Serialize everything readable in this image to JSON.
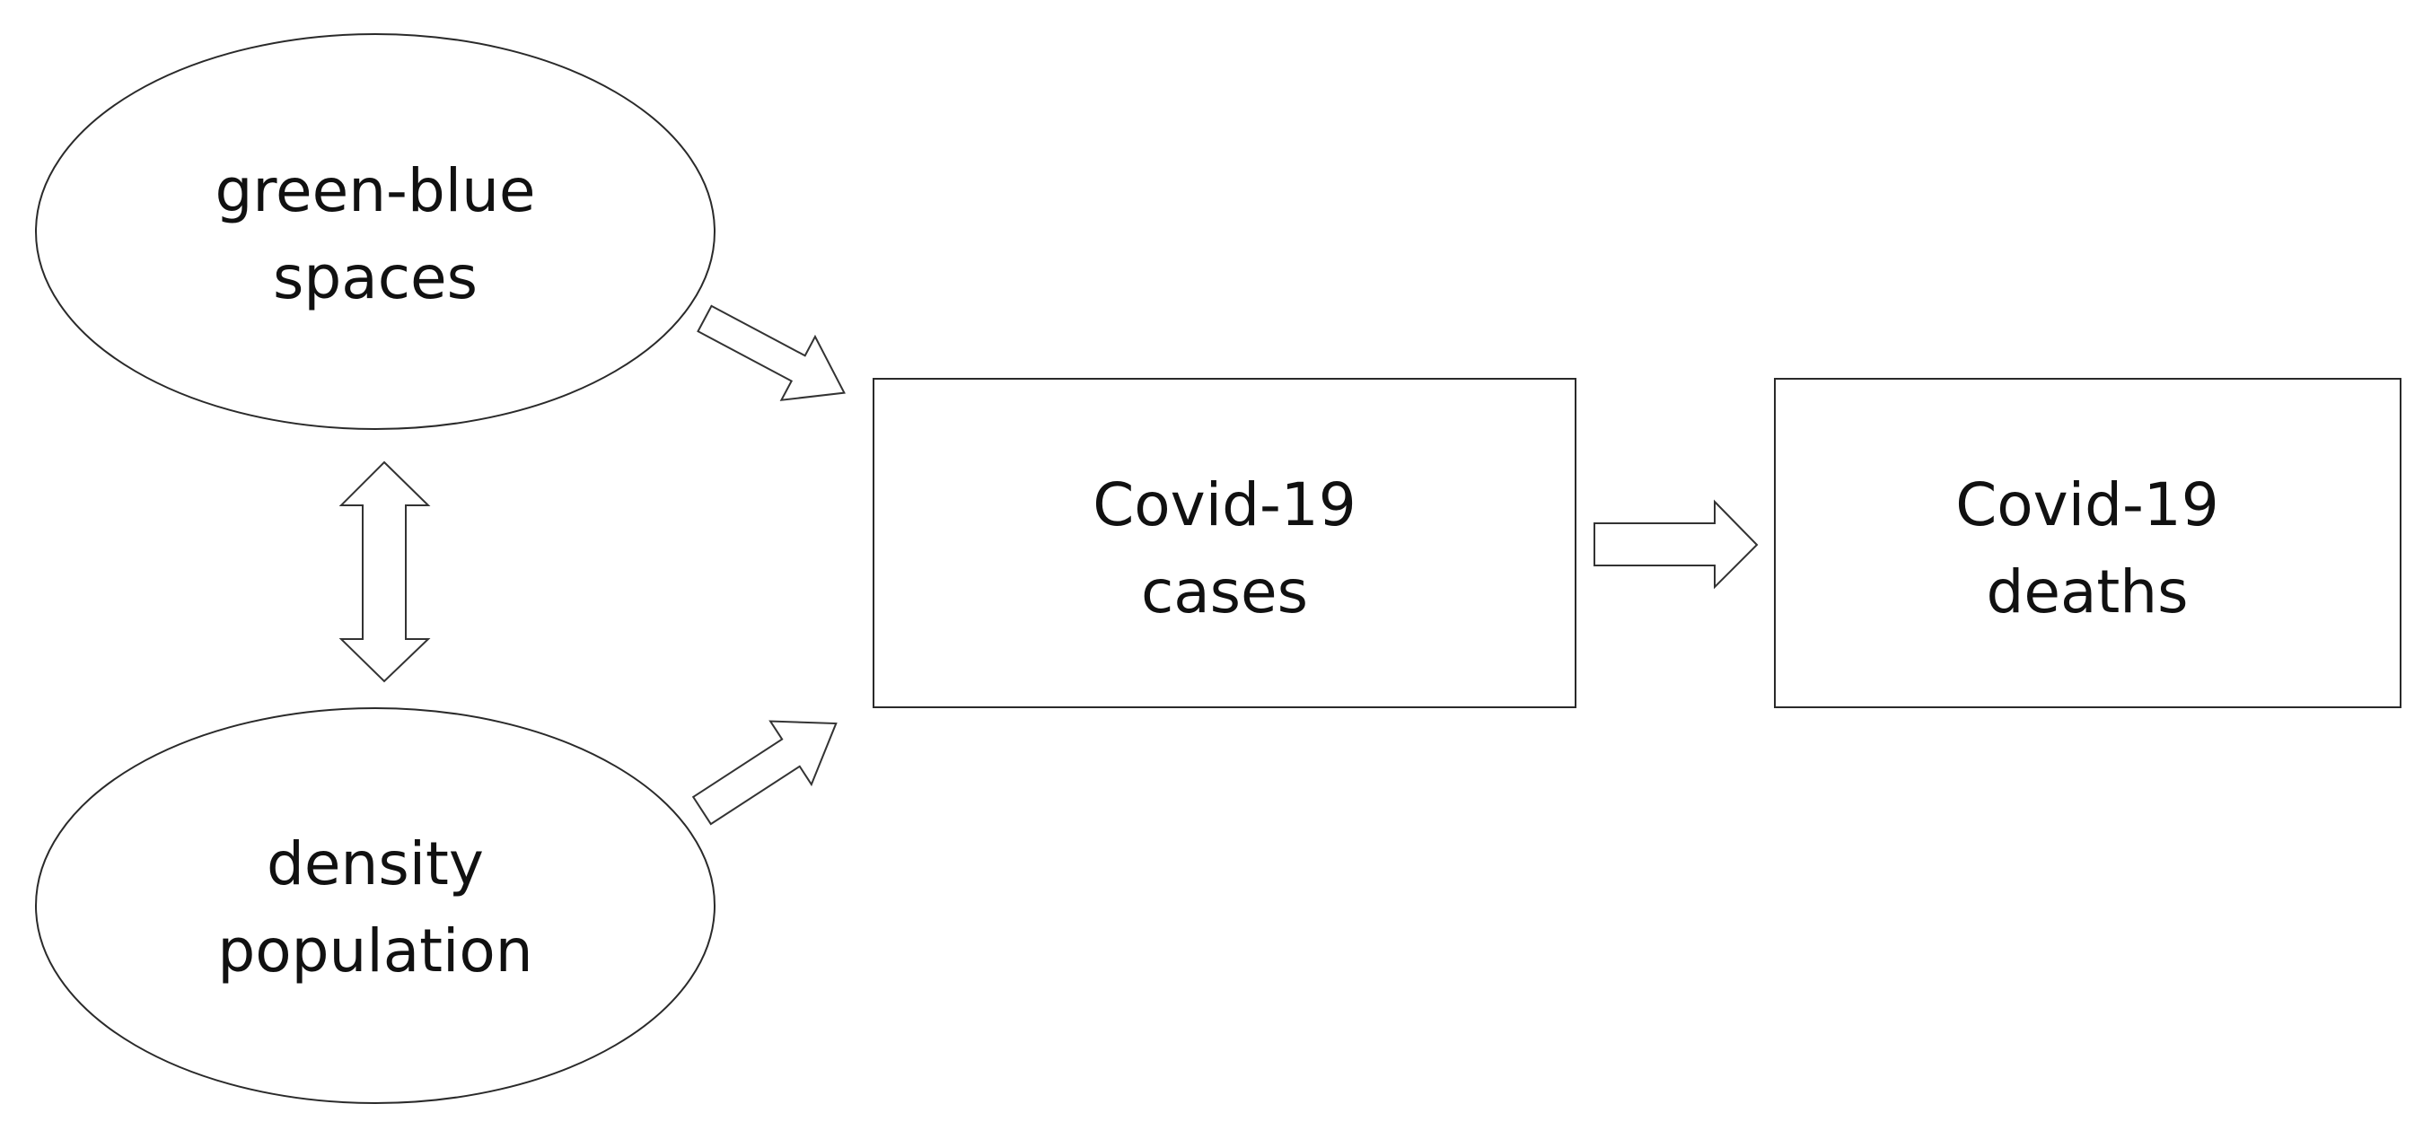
{
  "nodes": {
    "green_blue_spaces": {
      "line1": "green-blue",
      "line2": "spaces"
    },
    "density_population": {
      "line1": "density",
      "line2": "population"
    },
    "covid_cases": {
      "line1": "Covid-19",
      "line2": "cases"
    },
    "covid_deaths": {
      "line1": "Covid-19",
      "line2": "deaths"
    }
  },
  "edges": [
    {
      "from": "green-blue spaces",
      "to": "Covid-19 cases",
      "direction": "one-way"
    },
    {
      "from": "density population",
      "to": "Covid-19 cases",
      "direction": "one-way"
    },
    {
      "from": "green-blue spaces",
      "to": "density population",
      "direction": "two-way"
    },
    {
      "from": "Covid-19 cases",
      "to": "Covid-19 deaths",
      "direction": "one-way"
    }
  ]
}
